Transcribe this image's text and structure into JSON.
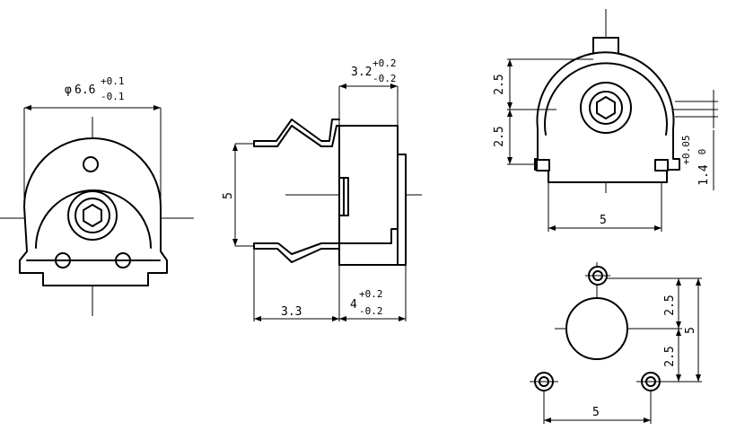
{
  "front_view": {
    "diameter_symbol": "φ",
    "diameter": "6.6",
    "tol_plus": "+0.1",
    "tol_minus": "-0.1"
  },
  "side_view": {
    "thickness": "3.2",
    "thickness_tol_plus": "+0.2",
    "thickness_tol_minus": "-0.2",
    "pin_spacing": "5",
    "pin_length": "3.3",
    "body_width": "4",
    "body_tol_plus": "+0.2",
    "body_tol_minus": "-0.2"
  },
  "top_view": {
    "upper_offset": "2.5",
    "lower_offset": "2.5",
    "pin_width": "1.4",
    "pin_tol_plus": "+0.05",
    "pin_tol_minus": "0",
    "span": "5"
  },
  "pcb_layout": {
    "upper_offset": "2.5",
    "lower_offset": "2.5",
    "vertical_span": "5",
    "horizontal_span": "5"
  }
}
